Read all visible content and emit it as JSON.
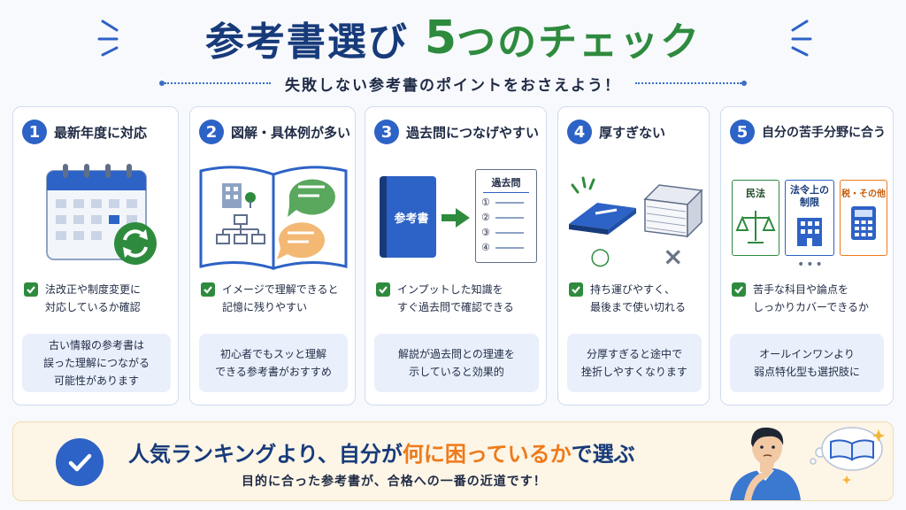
{
  "title": {
    "main": "参考書選び",
    "number": "5",
    "rest": "つのチェック"
  },
  "subtitle": "失敗しない参考書のポイントをおさえよう！",
  "cards": [
    {
      "number": "1",
      "title": "最新年度に対応",
      "check": "法改正や制度変更に\n対応しているか確認",
      "note": "古い情報の参考書は\n誤った理解につながる\n可能性があります"
    },
    {
      "number": "2",
      "title": "図解・具体例が多い",
      "check": "イメージで理解できると\n記憶に残りやすい",
      "note": "初心者でもスッと理解\nできる参考書がおすすめ"
    },
    {
      "number": "3",
      "title": "過去問につなげやすい",
      "check": "インプットした知識を\nすぐ過去問で確認できる",
      "note": "解説が過去問との理連を\n示していると効果的",
      "book_label": "参考書",
      "sheet_title": "過去問",
      "sheet_items": [
        "①",
        "②",
        "③",
        "④"
      ]
    },
    {
      "number": "4",
      "title": "厚すぎない",
      "check": "持ち運びやすく、\n最後まで使い切れる",
      "note": "分厚すぎると途中で\n挫折しやすくなります",
      "good_mark": "○",
      "bad_mark": "×"
    },
    {
      "number": "5",
      "title": "自分の苦手分野に合う",
      "check": "苦手な科目や論点を\nしっかりカバーできるか",
      "note": "オールインワンより\n弱点特化型も選択肢に",
      "subjects": [
        "民法",
        "法令上の\n制限",
        "税・その他"
      ],
      "more": "•••"
    }
  ],
  "banner": {
    "main_before": "人気ランキングより、自分が",
    "main_highlight": "何に困っているか",
    "main_after": "で選ぶ",
    "sub": "目的に合った参考書が、合格への一番の近道です！"
  },
  "colors": {
    "navy": "#173b7a",
    "blue": "#2d62c6",
    "green": "#2e8b3e",
    "orange": "#ee7a1a",
    "cream": "#fdf5e6"
  }
}
